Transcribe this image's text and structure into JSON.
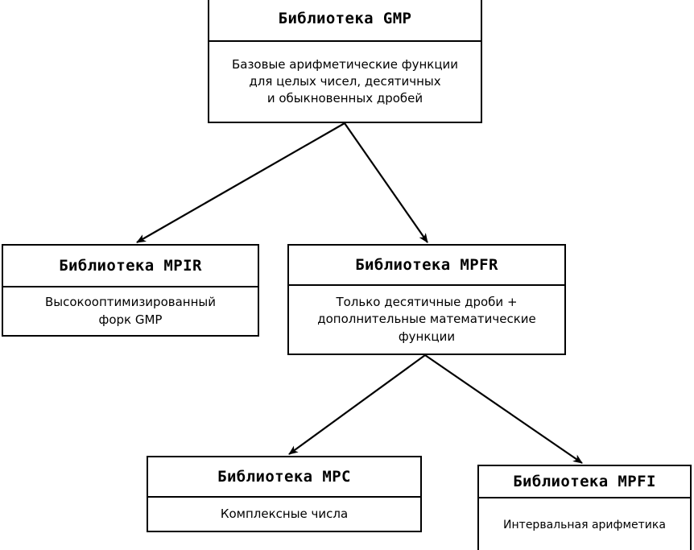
{
  "diagram": {
    "type": "hierarchy-flowchart",
    "background_color": "#ffffff",
    "line_color": "#000000",
    "nodes": [
      {
        "id": "gmp",
        "title": "Библиотека GMP",
        "body_lines": [
          "Базовые арифметические функции",
          "для целых чисел, десятичных",
          "и обыкновенных дробей"
        ]
      },
      {
        "id": "mpir",
        "title": "Библиотека MPIR",
        "body_lines": [
          "Высокооптимизированный",
          "форк GMP"
        ]
      },
      {
        "id": "mpfr",
        "title": "Библиотека MPFR",
        "body_lines": [
          "Только десятичные дроби +",
          "дополнительные математические",
          "функции"
        ]
      },
      {
        "id": "mpc",
        "title": "Библиотека MPC",
        "body_lines": [
          "Комплексные числа"
        ]
      },
      {
        "id": "mpfi",
        "title": "Библиотека MPFI",
        "body_lines": [
          "Интервальная арифметика"
        ]
      }
    ],
    "edges": [
      {
        "id": "gmp-to-mpir",
        "from": "gmp",
        "to": "mpir"
      },
      {
        "id": "gmp-to-mpfr",
        "from": "gmp",
        "to": "mpfr"
      },
      {
        "id": "mpfr-to-mpc",
        "from": "mpfr",
        "to": "mpc"
      },
      {
        "id": "mpfr-to-mpfi",
        "from": "mpfr",
        "to": "mpfi"
      }
    ]
  }
}
